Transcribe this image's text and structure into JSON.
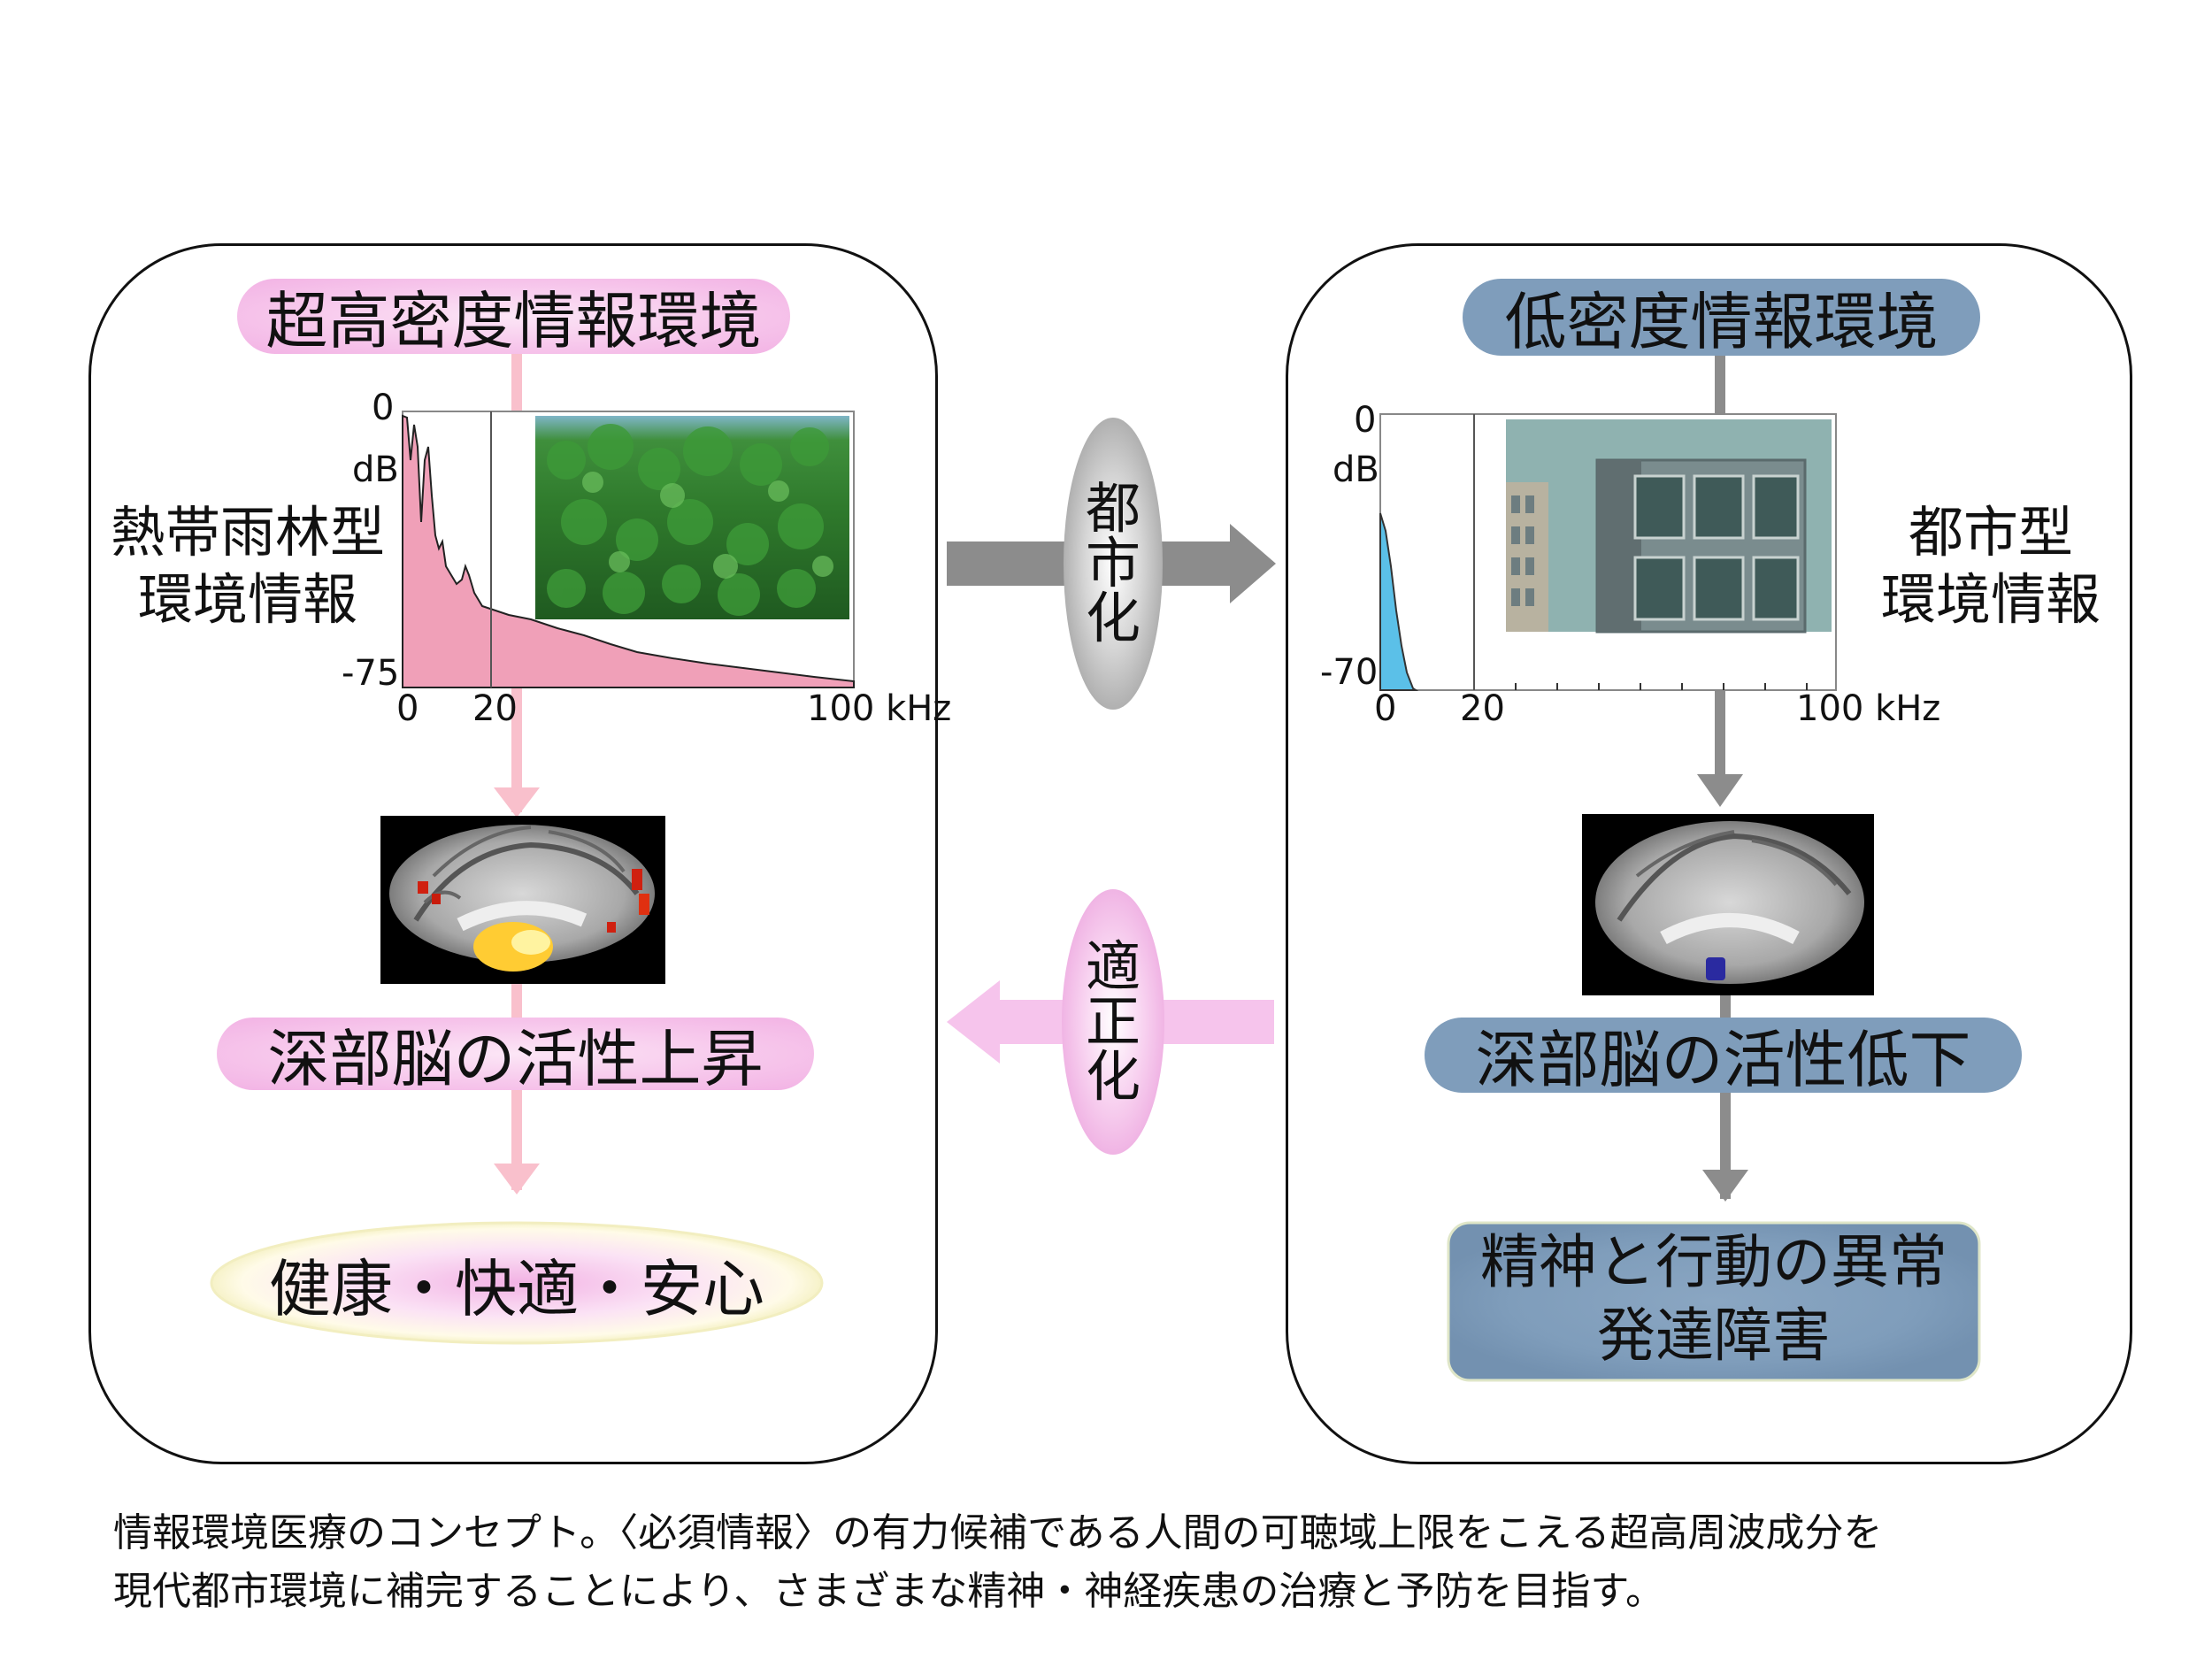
{
  "colors": {
    "pink_accent": "#f9b8c8",
    "pink_pill": "#f4c2ea",
    "blue_pill": "#7f9dbb",
    "gray_arrow": "#8c8c8c",
    "spectrum_pink": "#f0a0b8",
    "spectrum_blue": "#5bc0e8"
  },
  "left": {
    "title": "超高密度情報環境",
    "env_label_line1": "熱帯雨林型",
    "env_label_line2": "環境情報",
    "y_top": "0",
    "y_unit": "dB",
    "y_bottom": "-75",
    "x_ticks": [
      "0",
      "20"
    ],
    "x_end": "100 kHz",
    "photo": "rainforest-canopy-photo",
    "brain_result": "深部脳の活性上昇",
    "outcome": "健康・快適・安心"
  },
  "right": {
    "title": "低密度情報環境",
    "env_label_line1": "都市型",
    "env_label_line2": "環境情報",
    "y_top": "0",
    "y_unit": "dB",
    "y_bottom": "-70",
    "x_ticks": [
      "0",
      "20"
    ],
    "x_end": "100 kHz",
    "photo": "city-building-photo",
    "brain_result": "深部脳の活性低下",
    "outcome_line1": "精神と行動の異常",
    "outcome_line2": "発達障害"
  },
  "arrows": {
    "top_label": "都市化",
    "bottom_label": "適正化"
  },
  "caption": {
    "line1": "情報環境医療のコンセプト。〈必須情報〉の有力候補である人間の可聴域上限をこえる超高周波成分を",
    "line2": "現代都市環境に補完することにより、さまざまな精神・神経疾患の治療と予防を目指す。"
  }
}
